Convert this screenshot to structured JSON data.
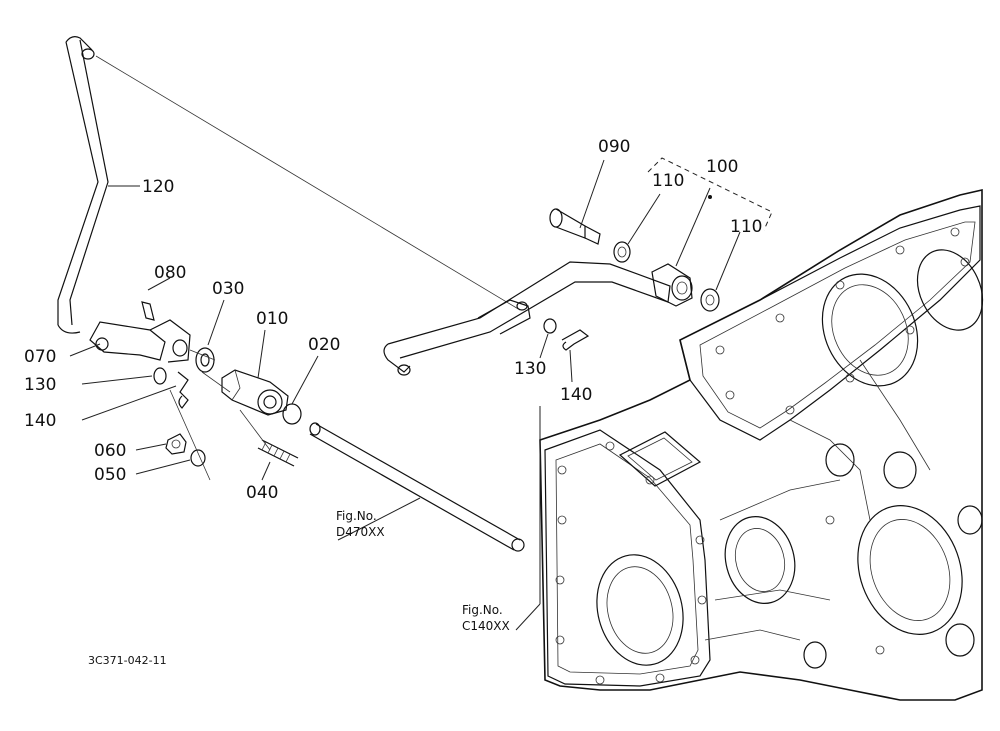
{
  "parts": {
    "p010": "010",
    "p020": "020",
    "p030": "030",
    "p040": "040",
    "p050": "050",
    "p060": "060",
    "p070": "070",
    "p080": "080",
    "p090": "090",
    "p100": "100",
    "p110a": "110",
    "p110b": "110",
    "p120": "120",
    "p130a": "130",
    "p130b": "130",
    "p140a": "140",
    "p140b": "140"
  },
  "references": {
    "d470_line1": "Fig.No.",
    "d470_line2": "D470XX",
    "c140_line1": "Fig.No.",
    "c140_line2": "C140XX"
  },
  "drawing_id": "3C371-042-11",
  "colors": {
    "ink": "#111111",
    "paper": "#ffffff"
  }
}
